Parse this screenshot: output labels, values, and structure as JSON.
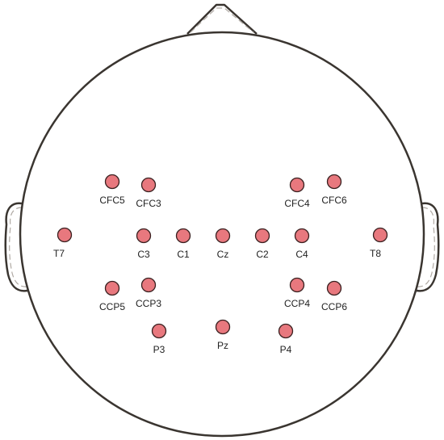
{
  "montage": {
    "colors": {
      "head_outline": "#3a3530",
      "electrode_fill": "#e8787e",
      "electrode_stroke": "#3a2020",
      "label": "#222222",
      "background": "#ffffff"
    },
    "electrodes": [
      {
        "label": "CFC5"
      },
      {
        "label": "CFC3"
      },
      {
        "label": "CFC4"
      },
      {
        "label": "CFC6"
      },
      {
        "label": "T7"
      },
      {
        "label": "C3"
      },
      {
        "label": "C1"
      },
      {
        "label": "Cz"
      },
      {
        "label": "C2"
      },
      {
        "label": "C4"
      },
      {
        "label": "T8"
      },
      {
        "label": "CCP5"
      },
      {
        "label": "CCP3"
      },
      {
        "label": "CCP4"
      },
      {
        "label": "CCP6"
      },
      {
        "label": "P3"
      },
      {
        "label": "Pz"
      },
      {
        "label": "P4"
      }
    ]
  }
}
